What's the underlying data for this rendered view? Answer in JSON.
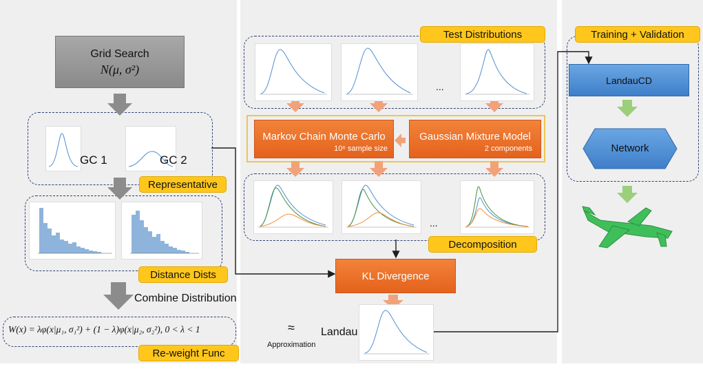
{
  "colors": {
    "panel_bg": "#efefef",
    "tag_yellow": "#ffc71c",
    "box_orange": "#ea6c25",
    "box_blue": "#4a8ad6",
    "arrow_gray": "#8c8c8c",
    "arrow_salmon": "#f2a27a",
    "arrow_green": "#9ccf7a",
    "dash_navy": "#2c3e73",
    "curve_blue": "#4f8fd0",
    "curve_green": "#3f8f3f",
    "curve_orange": "#f28c33",
    "hist_blue": "#8fb4dc"
  },
  "left": {
    "grid_search": {
      "title": "Grid Search",
      "formula": "N(μ, σ²)"
    },
    "gc1": "GC 1",
    "gc2": "GC 2",
    "representative": "Representative",
    "distance_dists": "Distance Dists",
    "combine_distribution": "Combine Distribution",
    "reweight_formula": "W(x) = λφ(x|μ₁, σ₁²) + (1 − λ)φ(x|μ₂, σ₂²), 0 < λ < 1",
    "reweight_func": "Re-weight Func"
  },
  "middle": {
    "test_distributions": "Test Distributions",
    "mcmc": {
      "title": "Markov Chain Monte Carlo",
      "sub": "10⁶ sample size"
    },
    "gmm": {
      "title": "Gaussian Mixture Model",
      "sub": "2 components"
    },
    "decomposition": "Decomposition",
    "kl_divergence": "KL Divergence",
    "approx_symbol": "≈",
    "approximation": "Approximation",
    "landau": "Landau",
    "ellipsis": "..."
  },
  "right": {
    "training_validation": "Training + Validation",
    "landaucd": "LandauCD",
    "network": "Network",
    "airplane_icon": "voxel-airplane-icon"
  }
}
